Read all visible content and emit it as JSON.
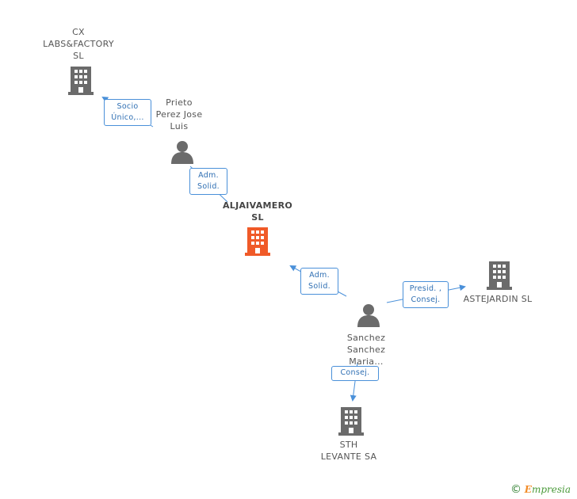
{
  "colors": {
    "company": "#6b6b6b",
    "main_company": "#f05a28",
    "person": "#6b6b6b",
    "relation": "#4a90d9"
  },
  "nodes": {
    "cx_labs": {
      "label": "CX\nLABS&FACTORY\nSL",
      "icon": "building-icon"
    },
    "prieto": {
      "label": "Prieto\nPerez Jose\nLuis",
      "icon": "person-icon"
    },
    "aljaivamero": {
      "label": "ALJAIVAMERO\nSL",
      "icon": "building-icon"
    },
    "astejardin": {
      "label": "ASTEJARDIN SL",
      "icon": "building-icon"
    },
    "sanchez": {
      "label": "Sanchez\nSanchez\nMaria...",
      "icon": "person-icon"
    },
    "sth": {
      "label": "STH\nLEVANTE SA",
      "icon": "building-icon"
    }
  },
  "relations": {
    "socio_unico": "Socio\nÚnico,...",
    "adm_solid_1": "Adm.\nSolid.",
    "adm_solid_2": "Adm.\nSolid.",
    "presid_consej": "Presid. ,\nConsej.",
    "consej": "Consej."
  },
  "footer": {
    "copyright": "©",
    "brand_e": "E",
    "brand_rest": "mpresia"
  }
}
